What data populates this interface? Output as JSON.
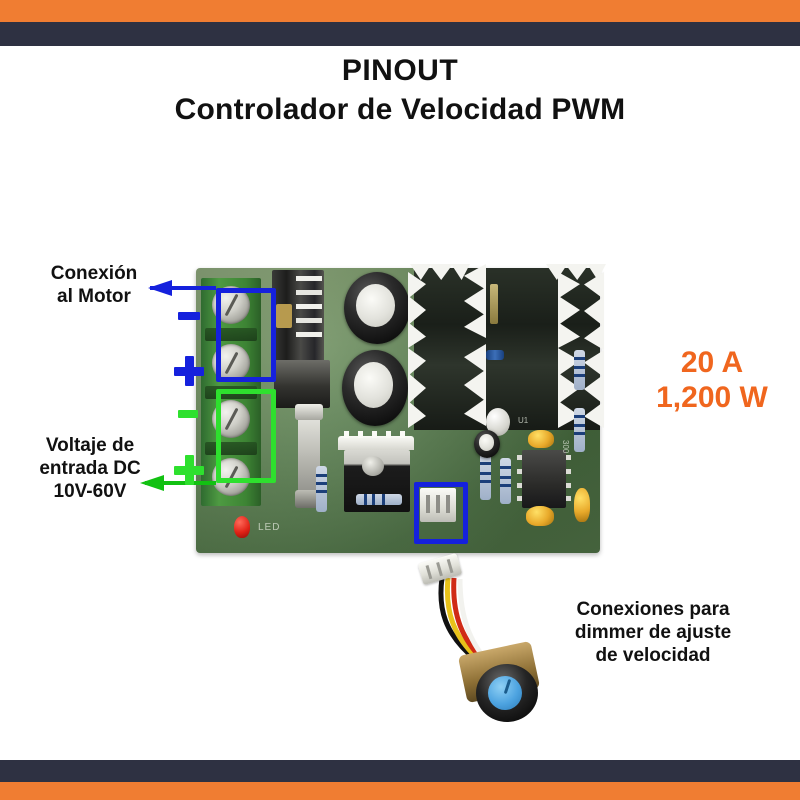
{
  "decor": {
    "bar_top_accent_color": "#f07d32",
    "bar_top_dark_color": "#2e3142",
    "bar_bottom_dark_color": "#2e3142",
    "bar_bottom_accent_color": "#f07d32",
    "background_color": "#ffffff"
  },
  "header": {
    "title": "PINOUT",
    "subtitle": "Controlador de Velocidad  PWM",
    "title_color": "#111111"
  },
  "annotations": {
    "motor": {
      "text": "Conexión\nal Motor",
      "color": "#111111",
      "highlight_color": "#1521dd",
      "leader_color": "#1521dd",
      "minus_label": "−",
      "plus_label": "+"
    },
    "voltage": {
      "text": "Voltaje de\nentrada DC\n10V-60V",
      "color": "#111111",
      "highlight_color": "#2ee02e",
      "leader_color": "#12c112",
      "minus_label": "−",
      "plus_label": "+"
    },
    "dimmer": {
      "text": "Conexiones para\ndimmer de ajuste\nde velocidad",
      "color": "#111111",
      "highlight_color": "#1521dd"
    },
    "rating": {
      "text": "20 A\n1,200 W",
      "color": "#f0661e"
    }
  },
  "board": {
    "name": "pwm-speed-controller-pcb",
    "silkscreen": {
      "led": "LED",
      "resistor_value": "300",
      "ic_ref": "U1"
    },
    "terminals": [
      {
        "id": "motor-minus",
        "polarity": "−",
        "group": "motor"
      },
      {
        "id": "motor-plus",
        "polarity": "+",
        "group": "motor"
      },
      {
        "id": "supply-minus",
        "polarity": "−",
        "group": "supply"
      },
      {
        "id": "supply-plus",
        "polarity": "+",
        "group": "supply"
      }
    ]
  },
  "potentiometer": {
    "name": "speed-adjust-potentiometer",
    "knob_color": "#4da3e0",
    "wire_colors": [
      "#111111",
      "#e8c21a",
      "#d02b16",
      "#f2f2ee"
    ]
  }
}
